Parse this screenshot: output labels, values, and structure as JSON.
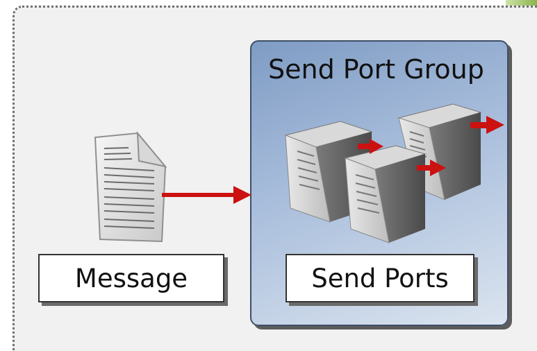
{
  "group": {
    "title": "Send Port Group"
  },
  "labels": {
    "message": "Message",
    "send_ports": "Send Ports"
  },
  "colors": {
    "arrow": "#cc1111",
    "group_top": "#7f9cc4",
    "group_bottom": "#dbe4ef",
    "frame_bg": "#f1f1f1"
  },
  "icons": {
    "message": "document-icon",
    "server": "server-icon"
  }
}
